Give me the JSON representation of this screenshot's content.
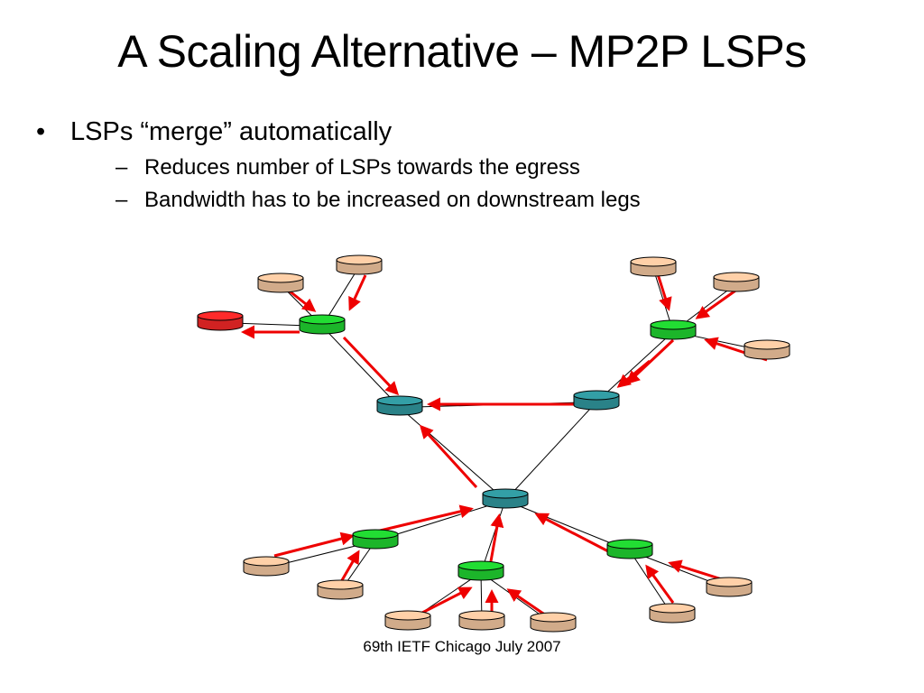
{
  "slide": {
    "title": "A Scaling Alternative – MP2P LSPs",
    "bullet_marker": "•",
    "sub_marker": "–",
    "bullets": [
      {
        "text": "LSPs “merge” automatically",
        "subs": [
          "Reduces number of LSPs towards the egress",
          "Bandwidth has to be increased on downstream legs"
        ]
      }
    ],
    "footer": "69th IETF Chicago July 2007"
  },
  "colors": {
    "egress": "#ff2a2a",
    "merge_router": "#22dd33",
    "core_router": "#339fa6",
    "ingress": "#ffd0a8",
    "arrow": "#ee0000",
    "link": "#000000"
  }
}
